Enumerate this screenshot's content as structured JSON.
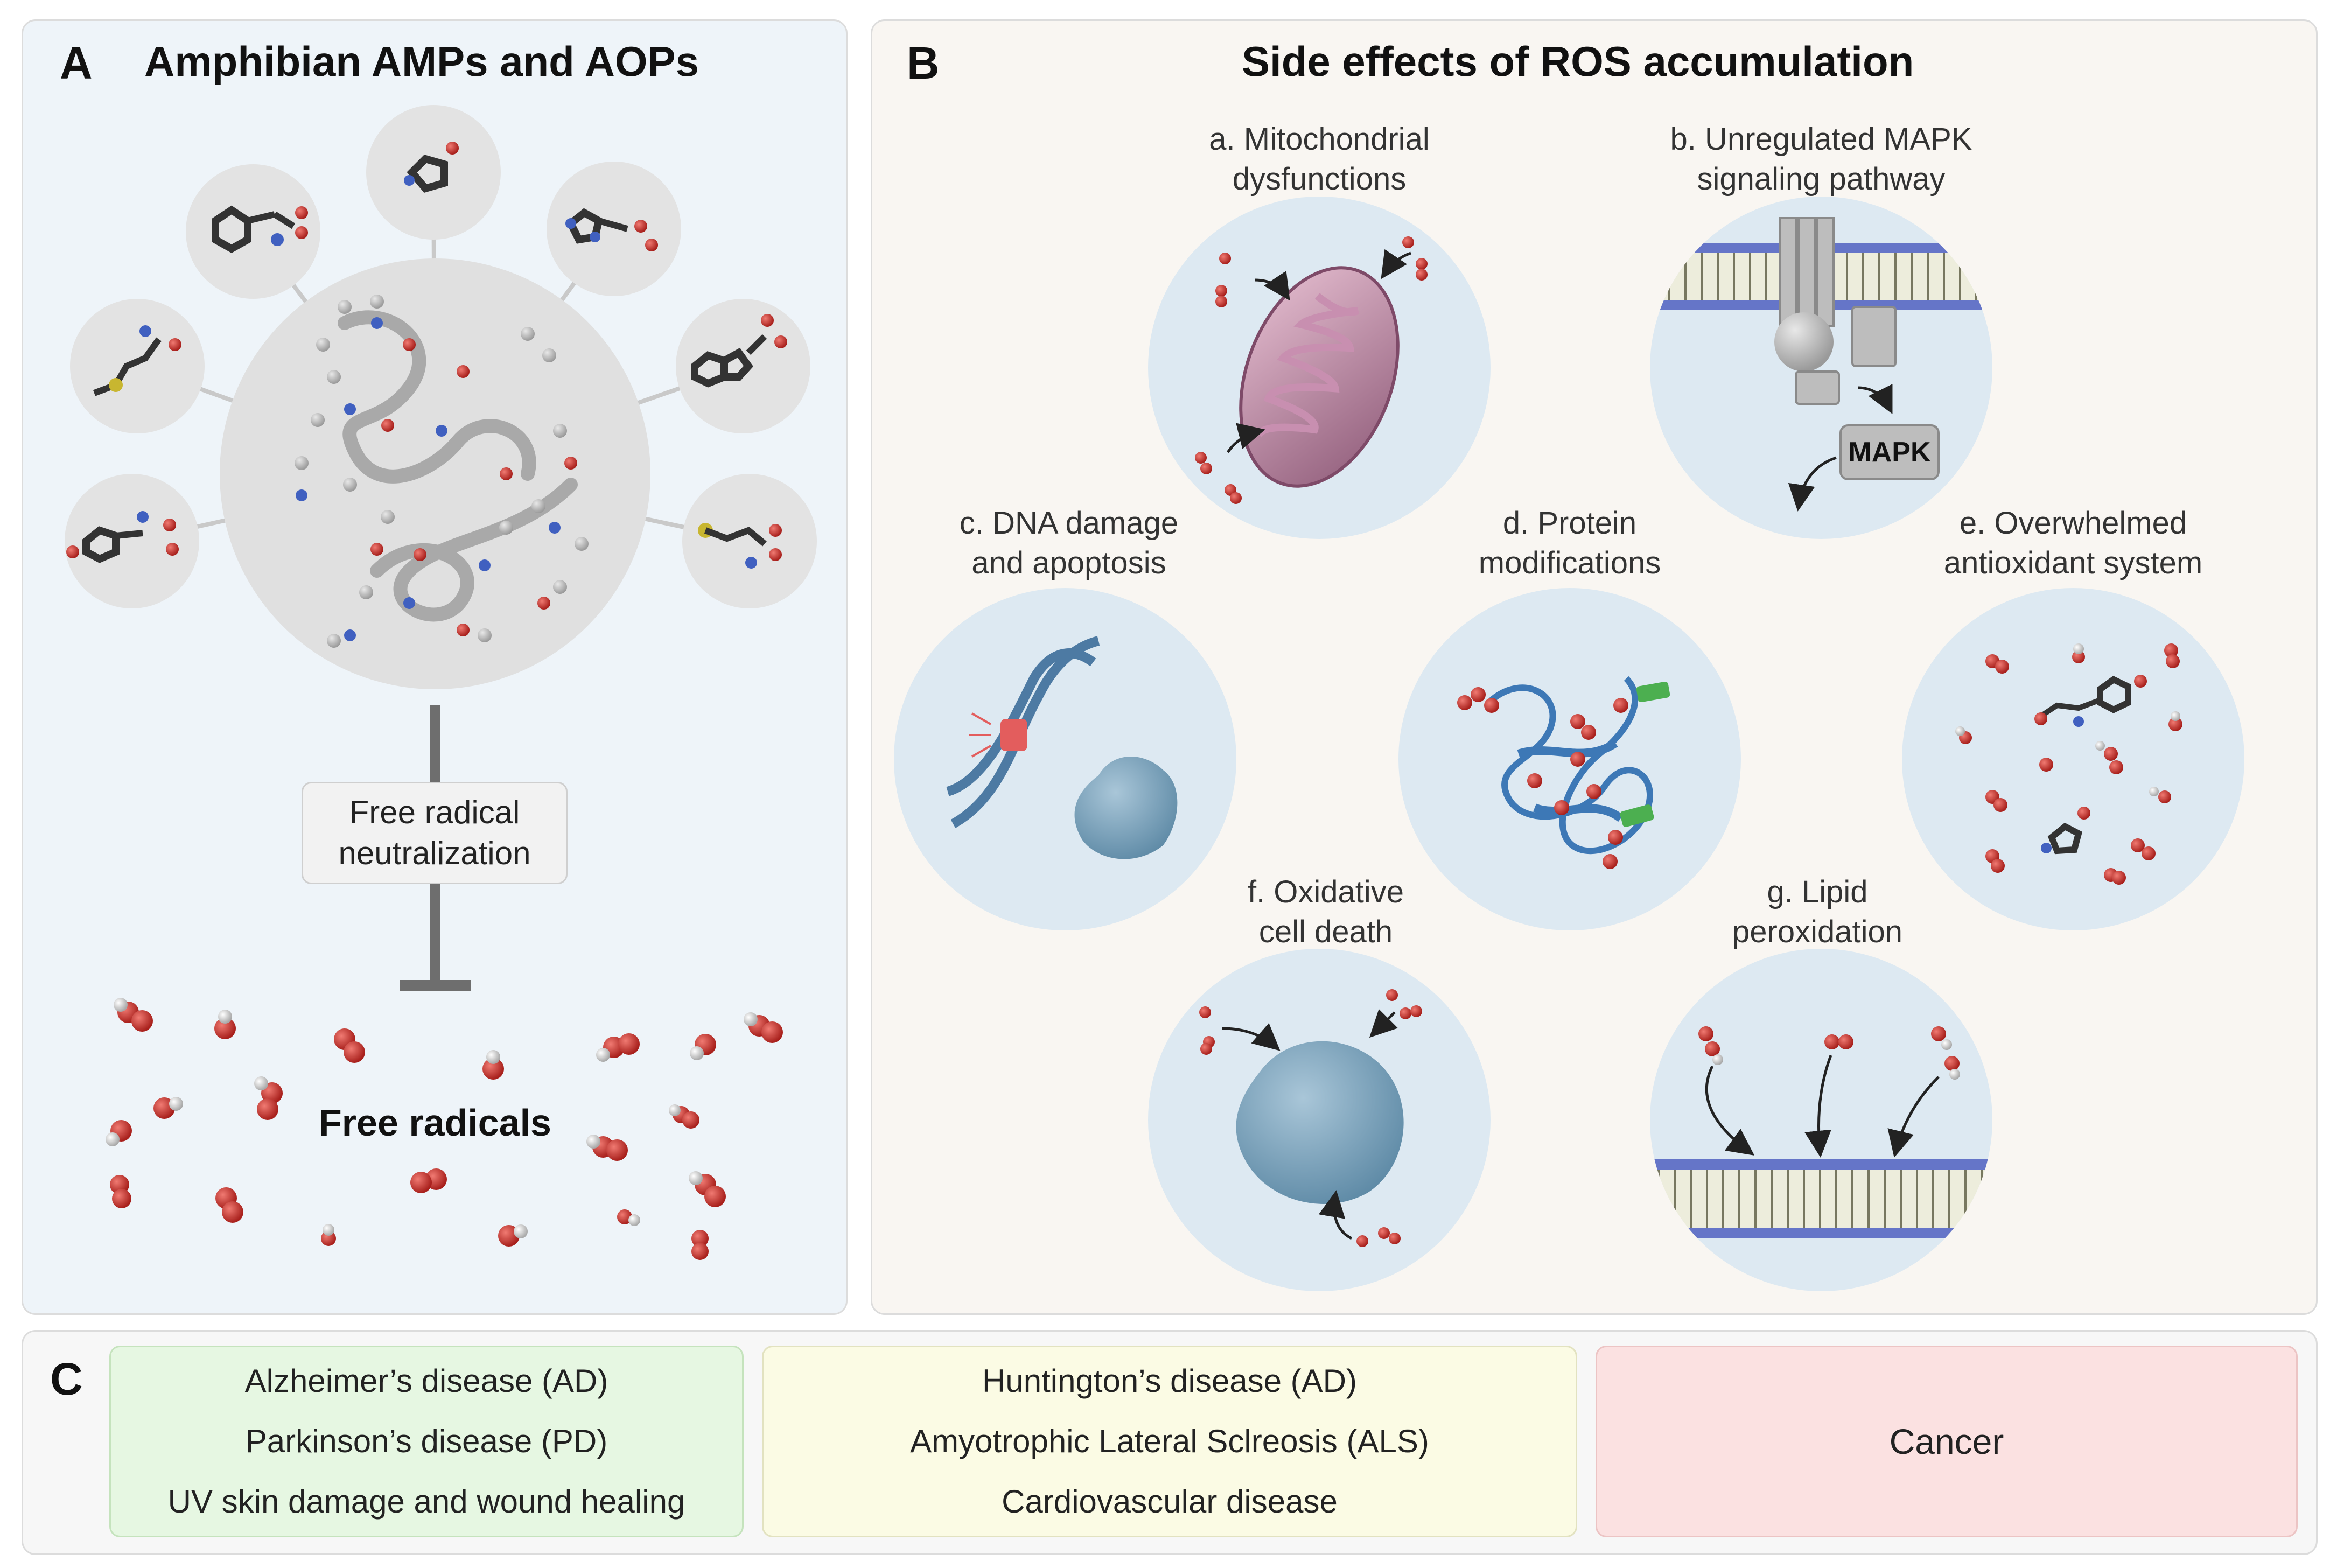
{
  "panel_a": {
    "letter": "A",
    "title": "Amphibian AMPs and AOPs",
    "neutralization_label": [
      "Free radical",
      "neutralization"
    ],
    "free_radicals_label": "Free radicals"
  },
  "panel_b": {
    "letter": "B",
    "title": "Side effects of ROS accumulation",
    "effects": [
      {
        "id": "a",
        "lines": [
          "a. Mitochondrial",
          "dysfunctions"
        ]
      },
      {
        "id": "b",
        "lines": [
          "b. Unregulated MAPK",
          "signaling pathway"
        ],
        "badge": "MAPK"
      },
      {
        "id": "c",
        "lines": [
          "c. DNA damage",
          "and apoptosis"
        ]
      },
      {
        "id": "d",
        "lines": [
          "d. Protein",
          "modifications"
        ]
      },
      {
        "id": "e",
        "lines": [
          "e. Overwhelmed",
          "antioxidant system"
        ]
      },
      {
        "id": "f",
        "lines": [
          "f. Oxidative",
          "cell death"
        ]
      },
      {
        "id": "g",
        "lines": [
          "g. Lipid",
          "peroxidation"
        ]
      }
    ]
  },
  "panel_c": {
    "letter": "C",
    "groups": [
      {
        "items": [
          "Alzheimer’s disease (AD)",
          "Parkinson’s disease (PD)",
          "UV skin damage and wound healing"
        ],
        "color": "#e6f7e2",
        "border": "#c5e3bd"
      },
      {
        "items": [
          "Huntington’s disease (AD)",
          "Amyotrophic Lateral Sclreosis (ALS)",
          "Cardiovascular disease"
        ],
        "color": "#fbfbe4",
        "border": "#e2e2c0"
      },
      {
        "items": [
          "Cancer"
        ],
        "color": "#fbe1e1",
        "border": "#ecc4c4"
      }
    ]
  },
  "colors": {
    "circle_fill": "#dde9f2",
    "amp_circle": "#e3e3e3",
    "membrane": "#5f70c4",
    "oxygen": "#c9302c",
    "hydrogen": "#dcdcdc",
    "protein": "#3d78b6"
  }
}
